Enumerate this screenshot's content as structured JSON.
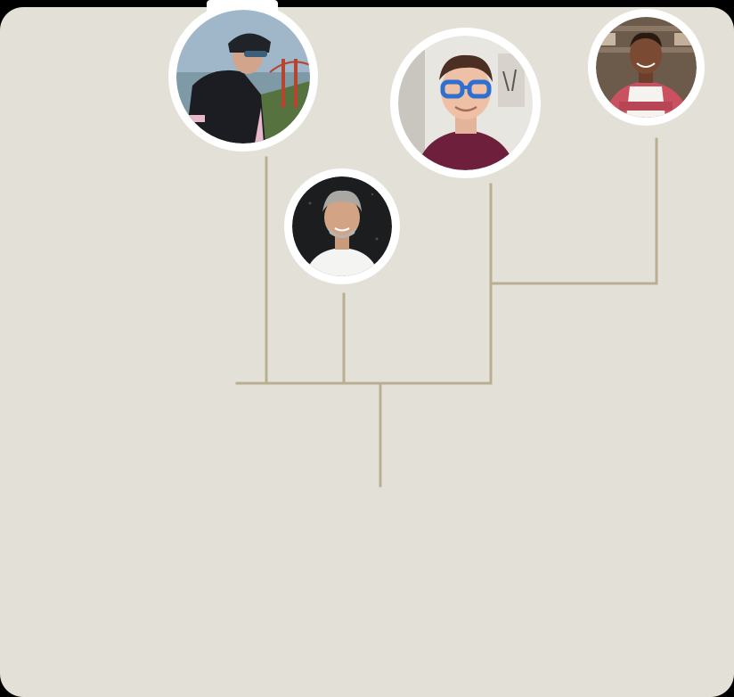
{
  "colors": {
    "background": "#e3e1d7",
    "connector": "#b8ae92",
    "avatar_ring": "#ffffff",
    "outer": "#000000"
  },
  "people": [
    {
      "id": "cyclist",
      "icon": "cyclist-portrait-photo"
    },
    {
      "id": "man-grey-hair",
      "icon": "grey-haired-man-portrait-photo"
    },
    {
      "id": "man-blue-glasses",
      "icon": "man-blue-glasses-portrait-photo"
    },
    {
      "id": "man-apron",
      "icon": "man-apron-portrait-photo"
    }
  ]
}
